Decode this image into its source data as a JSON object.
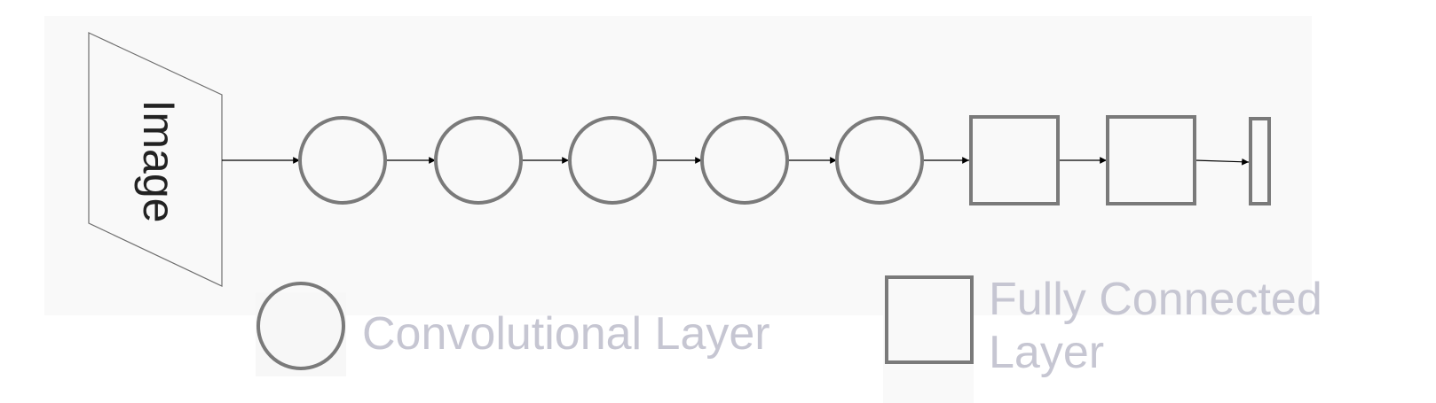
{
  "diagram": {
    "input_label": "Image",
    "legend": {
      "conv_label": "Convolutional Layer",
      "fc_label_line1": "Fully Connected",
      "fc_label_line2": "Layer"
    }
  },
  "colors": {
    "panel_background": "#f9f9f9",
    "node_stroke": "#7a7a7a",
    "arrow": "#000000",
    "legend_text": "#c6c6d2",
    "image_text": "#222222"
  }
}
